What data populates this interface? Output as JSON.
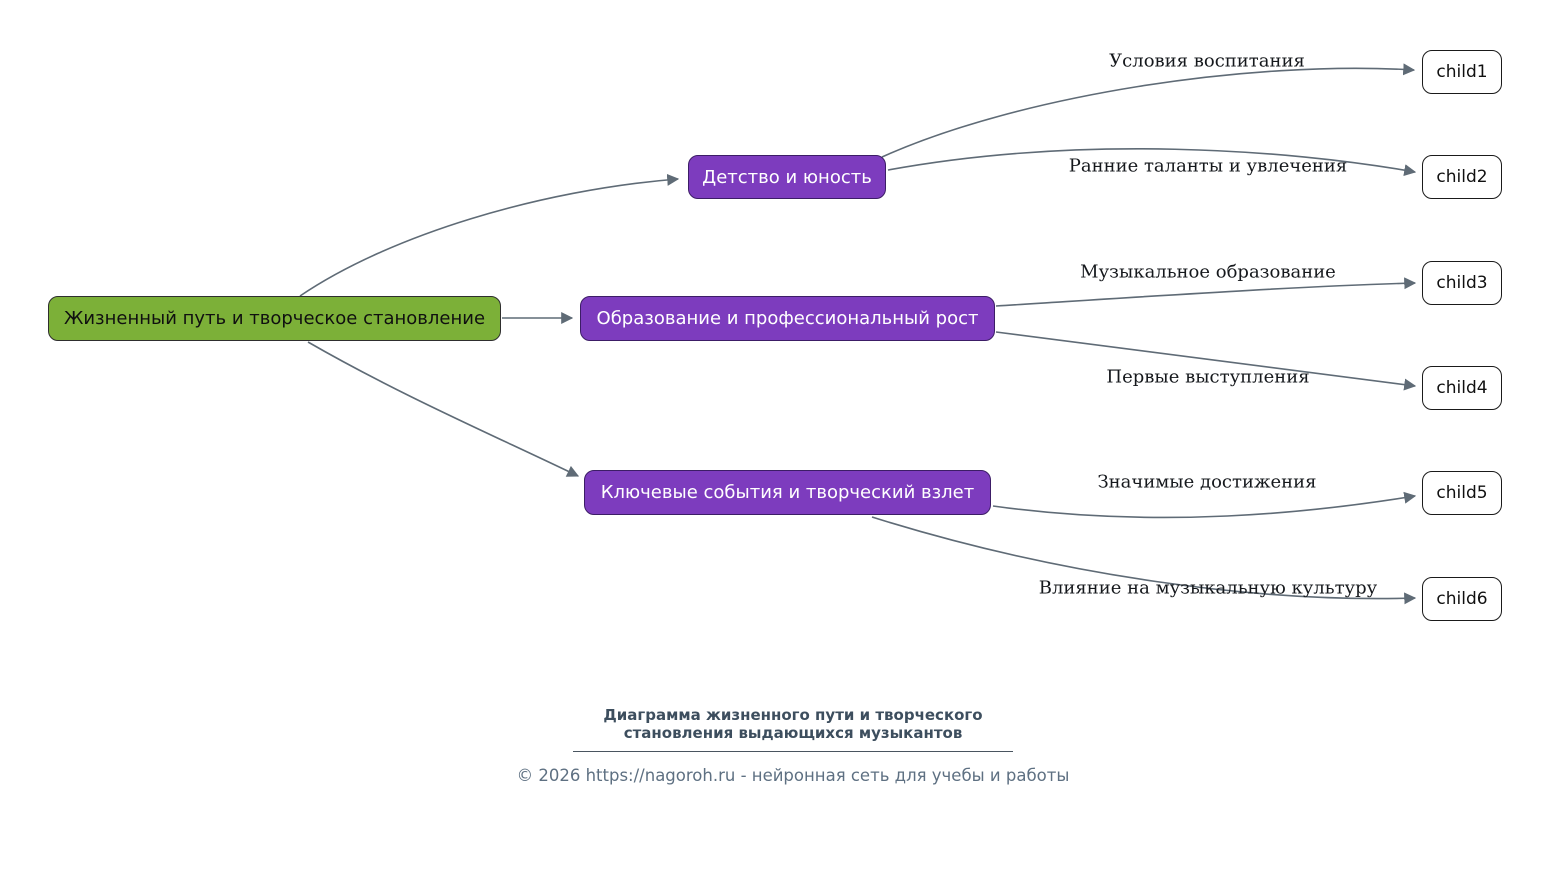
{
  "root": {
    "label": "Жизненный путь и творческое становление"
  },
  "branches": [
    {
      "label": "Детство и юность"
    },
    {
      "label": "Образование и профессиональный рост"
    },
    {
      "label": "Ключевые события и творческий взлет"
    }
  ],
  "children": [
    {
      "label": "child1",
      "edge_label": "Условия воспитания"
    },
    {
      "label": "child2",
      "edge_label": "Ранние таланты и увлечения"
    },
    {
      "label": "child3",
      "edge_label": "Музыкальное образование"
    },
    {
      "label": "child4",
      "edge_label": "Первые выступления"
    },
    {
      "label": "child5",
      "edge_label": "Значимые достижения"
    },
    {
      "label": "child6",
      "edge_label": "Влияние на музыкальную культуру"
    }
  ],
  "footer": {
    "title_line1": "Диаграмма жизненного пути и творческого",
    "title_line2": "становления выдающихся музыкантов",
    "copyright": "© 2026 https://nagoroh.ru - нейронная сеть для учебы и работы"
  },
  "colors": {
    "root_fill": "#7cb038",
    "branch_fill": "#7d3cbe",
    "child_fill": "#ffffff",
    "edge_stroke": "#5f6b76",
    "footer_title": "#3d4e5e",
    "footer_copyright": "#5e7082"
  }
}
